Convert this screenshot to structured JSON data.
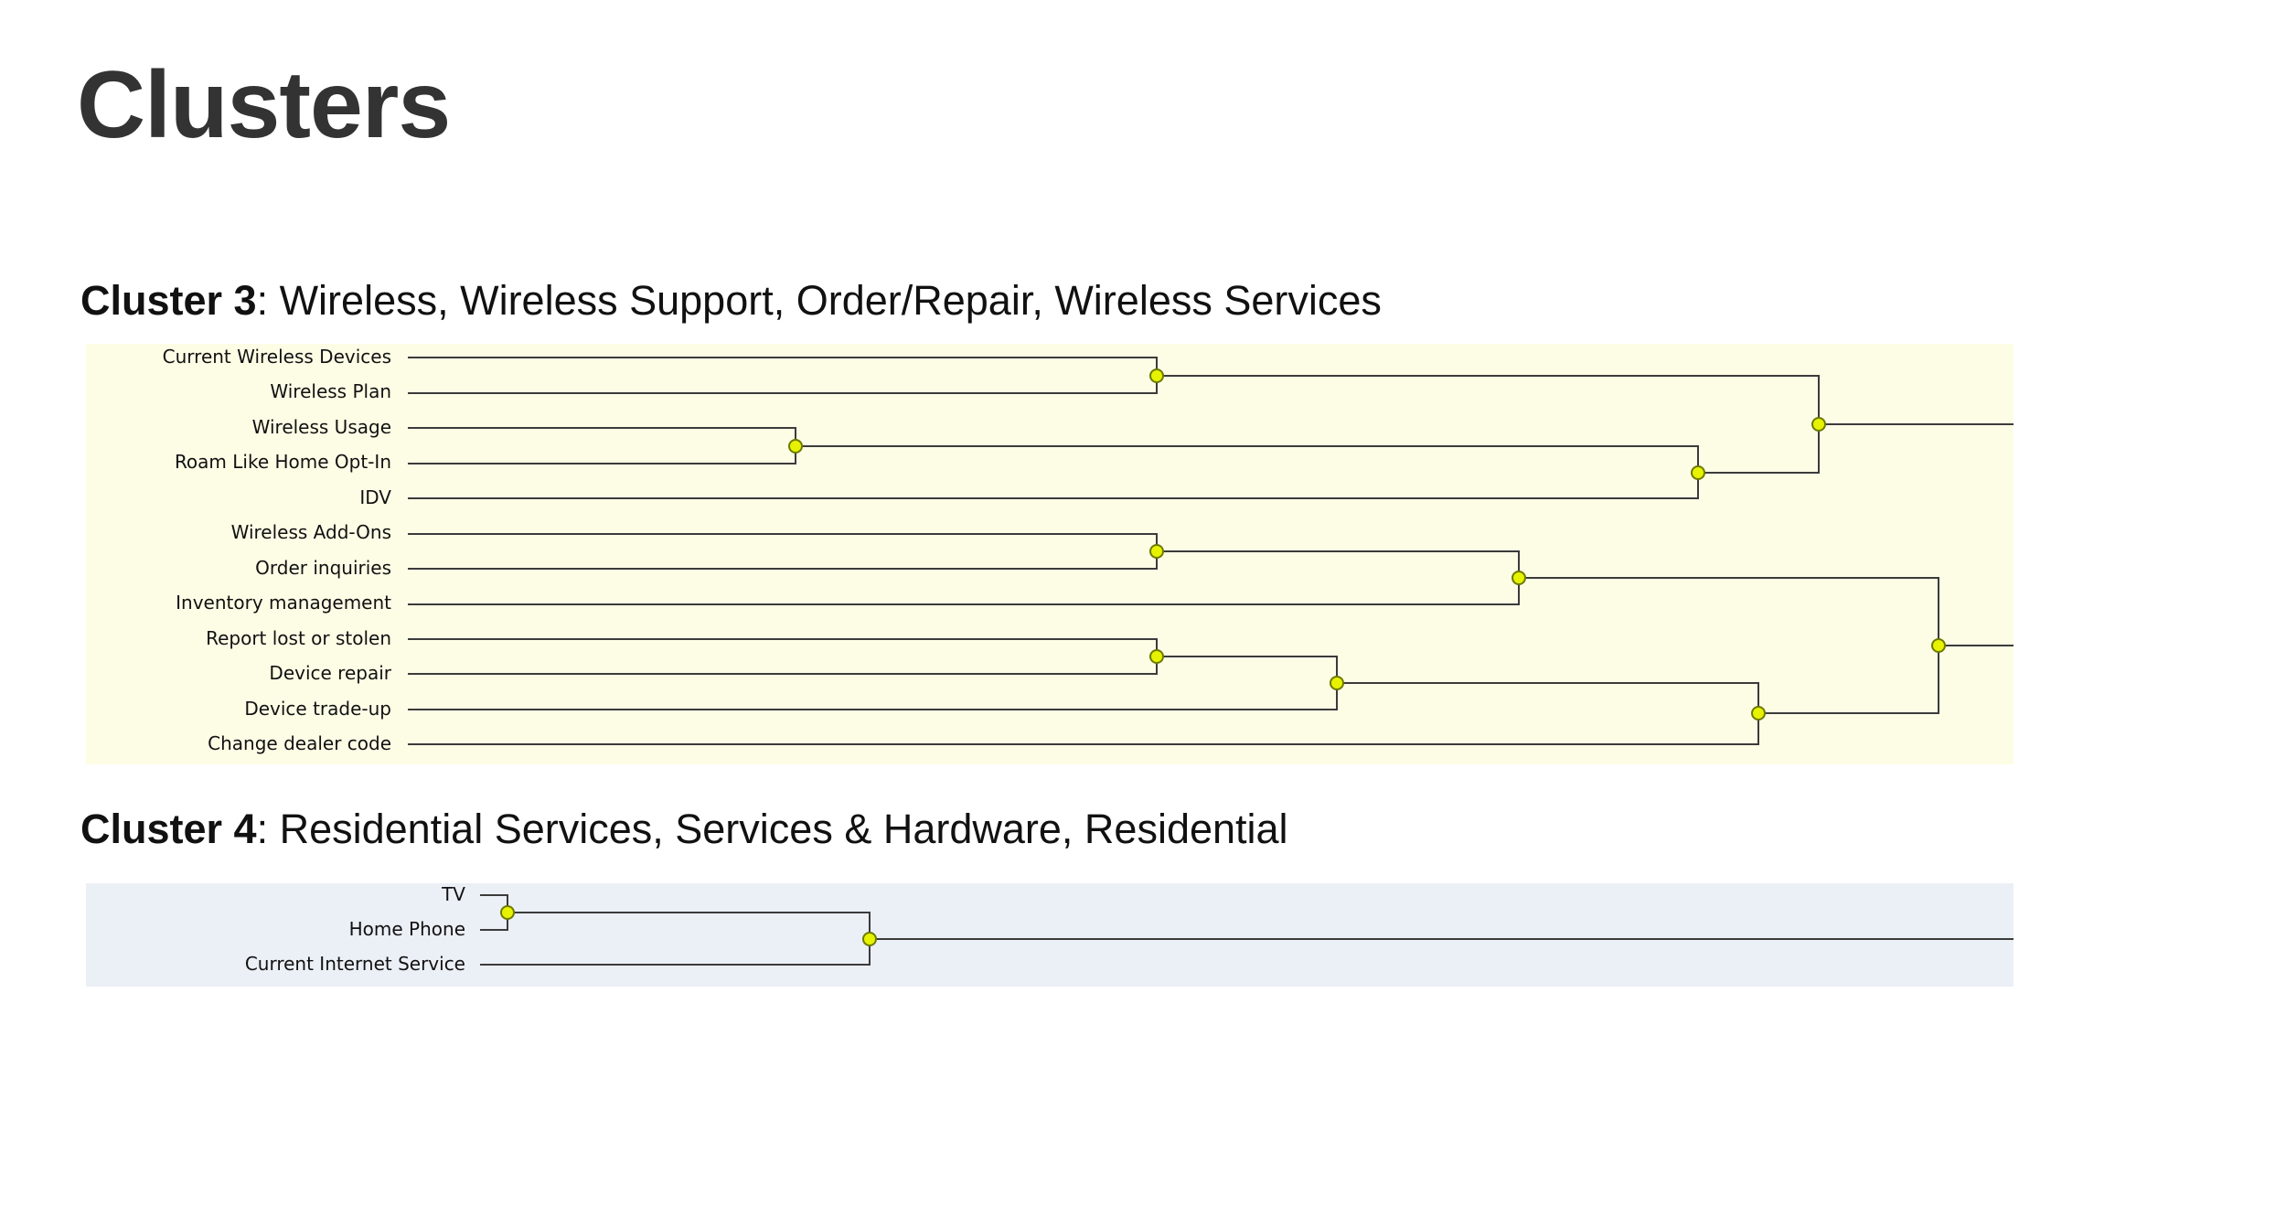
{
  "title": "Clusters",
  "colors": {
    "cluster3_panel": "#fdfde6",
    "cluster4_panel": "#ebeff6",
    "node_fill": "#e6f200",
    "node_stroke": "#6d7a00",
    "branch": "#3b3b3b"
  },
  "clusters": [
    {
      "label": "Cluster 3",
      "description": ": Wireless, Wireless Support, Order/Repair, Wireless Services",
      "leaves": [
        "Current Wireless Devices",
        "Wireless Plan",
        "Wireless Usage",
        "Roam Like Home Opt-In",
        "IDV",
        "Wireless Add-Ons",
        "Order inquiries",
        "Inventory management",
        "Report lost or stolen",
        "Device repair",
        "Device trade-up",
        "Change dealer code"
      ]
    },
    {
      "label": "Cluster 4",
      "description": ": Residential Services, Services & Hardware, Residential",
      "leaves": [
        "TV",
        "Home Phone",
        "Current Internet Service"
      ]
    }
  ]
}
